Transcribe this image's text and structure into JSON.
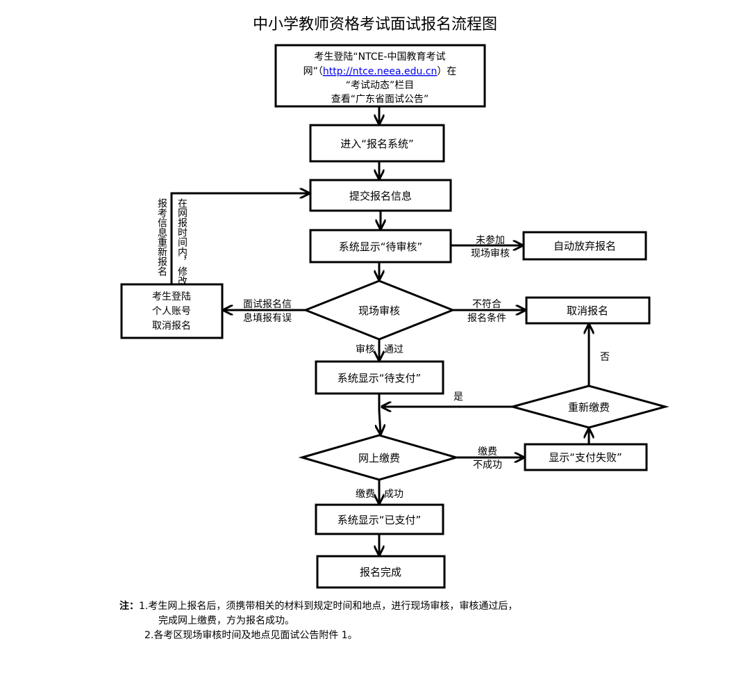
{
  "title": "中小学教师资格考试面试报名流程图",
  "steps": {
    "login_line1": "考生登陆“NTCE-中国教育考试",
    "login_line2_a": "网”（",
    "login_line2_link": "http://ntce.neea.edu.cn",
    "login_line2_b": "）在",
    "login_line3": "“考试动态”栏目",
    "login_line4": "查看“广东省面试公告”",
    "enter_system": "进入“报名系统”",
    "submit_info": "提交报名信息",
    "pending_review": "系统显示“待审核”",
    "auto_abandon": "自动放弃报名",
    "onsite_review": "现场审核",
    "cancel_signup": "取消报名",
    "cancel_personal_1": "考生登陆",
    "cancel_personal_2": "个人账号",
    "cancel_personal_3": "取消报名",
    "pending_payment": "系统显示“待支付”",
    "repay": "重新缴费",
    "online_payment": "网上缴费",
    "payment_failed": "显示“支付失败”",
    "paid": "系统显示“已支付”",
    "done": "报名完成"
  },
  "edges": {
    "not_attend_1": "未参加",
    "not_attend_2": "现场审核",
    "not_qualified_1": "不符合",
    "not_qualified_2": "报名条件",
    "info_error_1": "面试报名信",
    "info_error_2": "息填报有误",
    "review_a": "审核",
    "review_b": "通过",
    "yes": "是",
    "no": "否",
    "pay_fail_1": "缴费",
    "pay_fail_2": "不成功",
    "pay_ok_a": "缴费",
    "pay_ok_b": "成功",
    "modify_vertical": "在网报时间内，修改",
    "reapply_vertical": "报考信息重新报名"
  },
  "notes": {
    "label": "注：",
    "n1_a": "1.考生网上报名后，须携带相关的材料到规定时间和地点，进行现场审核，审核通过后，",
    "n1_b": "完成网上缴费，方为报名成功。",
    "n2": "2.各考区现场审核时间及地点见面试公告附件 1。"
  }
}
